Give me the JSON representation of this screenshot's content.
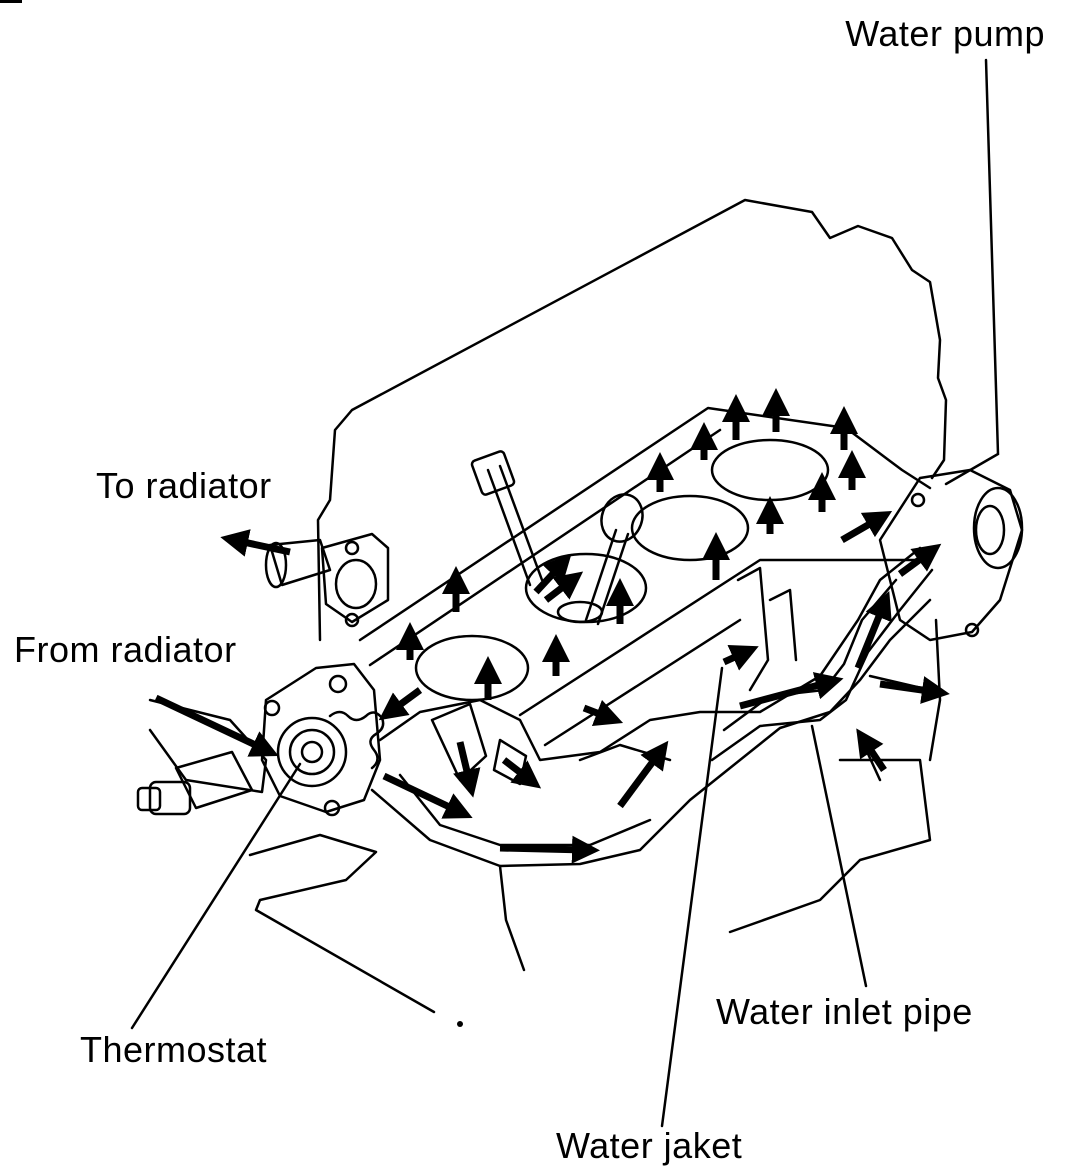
{
  "labels": {
    "water_pump": "Water pump",
    "to_radiator": "To radiator",
    "from_radiator": "From radiator",
    "thermostat": "Thermostat",
    "water_inlet_pipe": "Water inlet pipe",
    "water_jaket": "Water jaket"
  },
  "colors": {
    "ink": "#000000",
    "paper": "#ffffff"
  },
  "icons": [
    "flow-arrow-icon"
  ]
}
